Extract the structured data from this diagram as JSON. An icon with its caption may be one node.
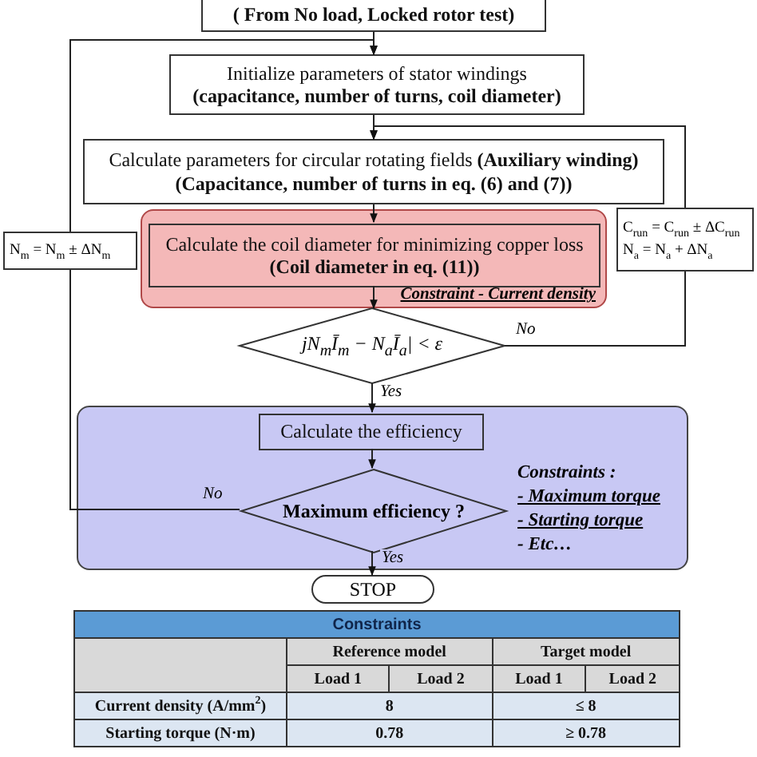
{
  "diagram": {
    "nodes": [
      {
        "text": [
          "( From No load, Locked rotor test)"
        ]
      },
      {
        "text": [
          "Initialize parameters of stator windings",
          "(capacitance, number of turns, coil diameter)"
        ]
      },
      {
        "text": [
          "Calculate parameters for circular rotating fields **(Auxiliary winding)**",
          "(Capacitance, number of turns in eq. (6) and (7))"
        ]
      },
      {
        "text": [
          "Constraint - Current density"
        ]
      },
      {
        "text": [
          "Calculate the coil diameter for minimizing copper loss",
          "(Coil diameter in eq. (11))"
        ],
        "in": 3
      },
      {
        "text": [
          "jN$_{m}$Ī$_{m}$ − N$_{a}$Ī$_{a}$| < ε"
        ]
      },
      {
        "text": [
          "C$_{run}$ = C$_{run}$ ± ΔC$_{run}$",
          "N$_{a}$ = N$_{a}$ + ΔN$_{a}$"
        ]
      },
      {
        "text": [
          "N$_{m}$ = N$_{m}$ ± ΔN$_{m}$"
        ]
      },
      {
        "text": [
          "Constraints :",
          "- Maximum torque",
          "- Starting torque",
          "- Etc…"
        ]
      },
      {
        "text": [
          "Calculate the efficiency"
        ],
        "in": 8
      },
      {
        "text": [
          "Maximum efficiency ?"
        ],
        "in": 8
      },
      {
        "text": [
          "STOP"
        ]
      }
    ],
    "edges": [
      {
        "from": 0,
        "to": 1,
        "arrow": "to"
      },
      {
        "from": 1,
        "to": 2,
        "arrow": "to"
      },
      {
        "from": 2,
        "to": 4,
        "arrow": "to"
      },
      {
        "from": 4,
        "to": 5,
        "arrow": "to"
      },
      {
        "from": 5,
        "to": 9,
        "arrow": "to",
        "label": "Yes"
      },
      {
        "from": 5,
        "to": 6,
        "arrow": "none",
        "label": "No"
      },
      {
        "from": 6,
        "to": 2,
        "arrow": "to"
      },
      {
        "from": 9,
        "to": 10,
        "arrow": "to"
      },
      {
        "from": 10,
        "to": 7,
        "arrow": "none",
        "label": "No"
      },
      {
        "from": 7,
        "to": 1,
        "arrow": "to"
      },
      {
        "from": 10,
        "to": 11,
        "arrow": "to",
        "label": "Yes"
      }
    ],
    "labels": [
      "Constraints",
      "Reference model",
      "Target model",
      "Load 1",
      "Load 2",
      "Load 1",
      "Load 2",
      "Current density (A/mm$^{2}$)",
      "8",
      "≤ 8",
      "Starting torque (N·m)",
      "0.78",
      "≥ 0.78"
    ]
  }
}
